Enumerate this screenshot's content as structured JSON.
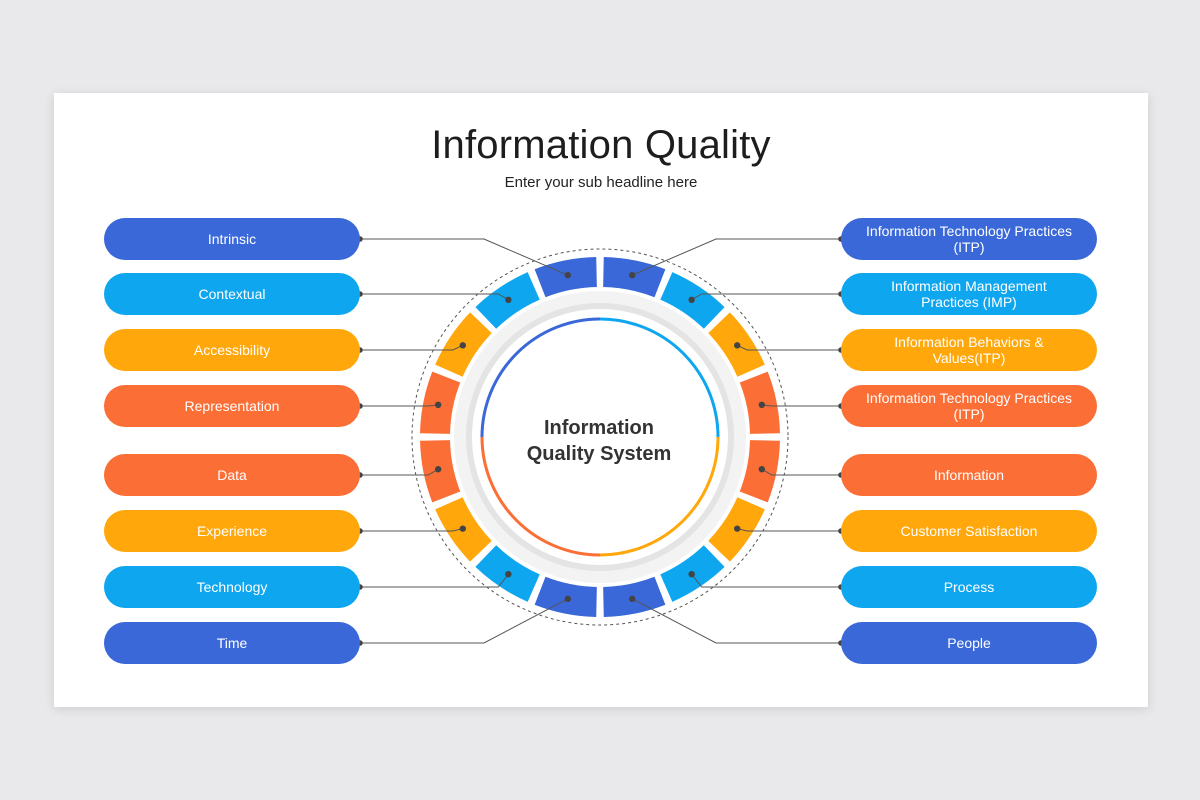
{
  "title": "Information Quality",
  "subtitle": "Enter your sub headline here",
  "center": {
    "line1": "Information",
    "line2": "Quality System"
  },
  "colors": {
    "dark_blue": "#3a68d8",
    "light_blue": "#0fa6f0",
    "yellow": "#ffa70b",
    "orange": "#fb6e35"
  },
  "left_items": [
    {
      "label": "Intrinsic",
      "color": "dark_blue"
    },
    {
      "label": "Contextual",
      "color": "light_blue"
    },
    {
      "label": "Accessibility",
      "color": "yellow"
    },
    {
      "label": "Representation",
      "color": "orange"
    },
    {
      "label": "Data",
      "color": "orange"
    },
    {
      "label": "Experience",
      "color": "yellow"
    },
    {
      "label": "Technology",
      "color": "light_blue"
    },
    {
      "label": "Time",
      "color": "dark_blue"
    }
  ],
  "right_items": [
    {
      "label": "Information Technology Practices (ITP)",
      "color": "dark_blue"
    },
    {
      "label": "Information Management Practices (IMP)",
      "color": "light_blue"
    },
    {
      "label": "Information Behaviors & Values(ITP)",
      "color": "yellow"
    },
    {
      "label": "Information Technology Practices (ITP)",
      "color": "orange"
    },
    {
      "label": "Information",
      "color": "orange"
    },
    {
      "label": "Customer Satisfaction",
      "color": "yellow"
    },
    {
      "label": "Process",
      "color": "light_blue"
    },
    {
      "label": "People",
      "color": "dark_blue"
    }
  ]
}
